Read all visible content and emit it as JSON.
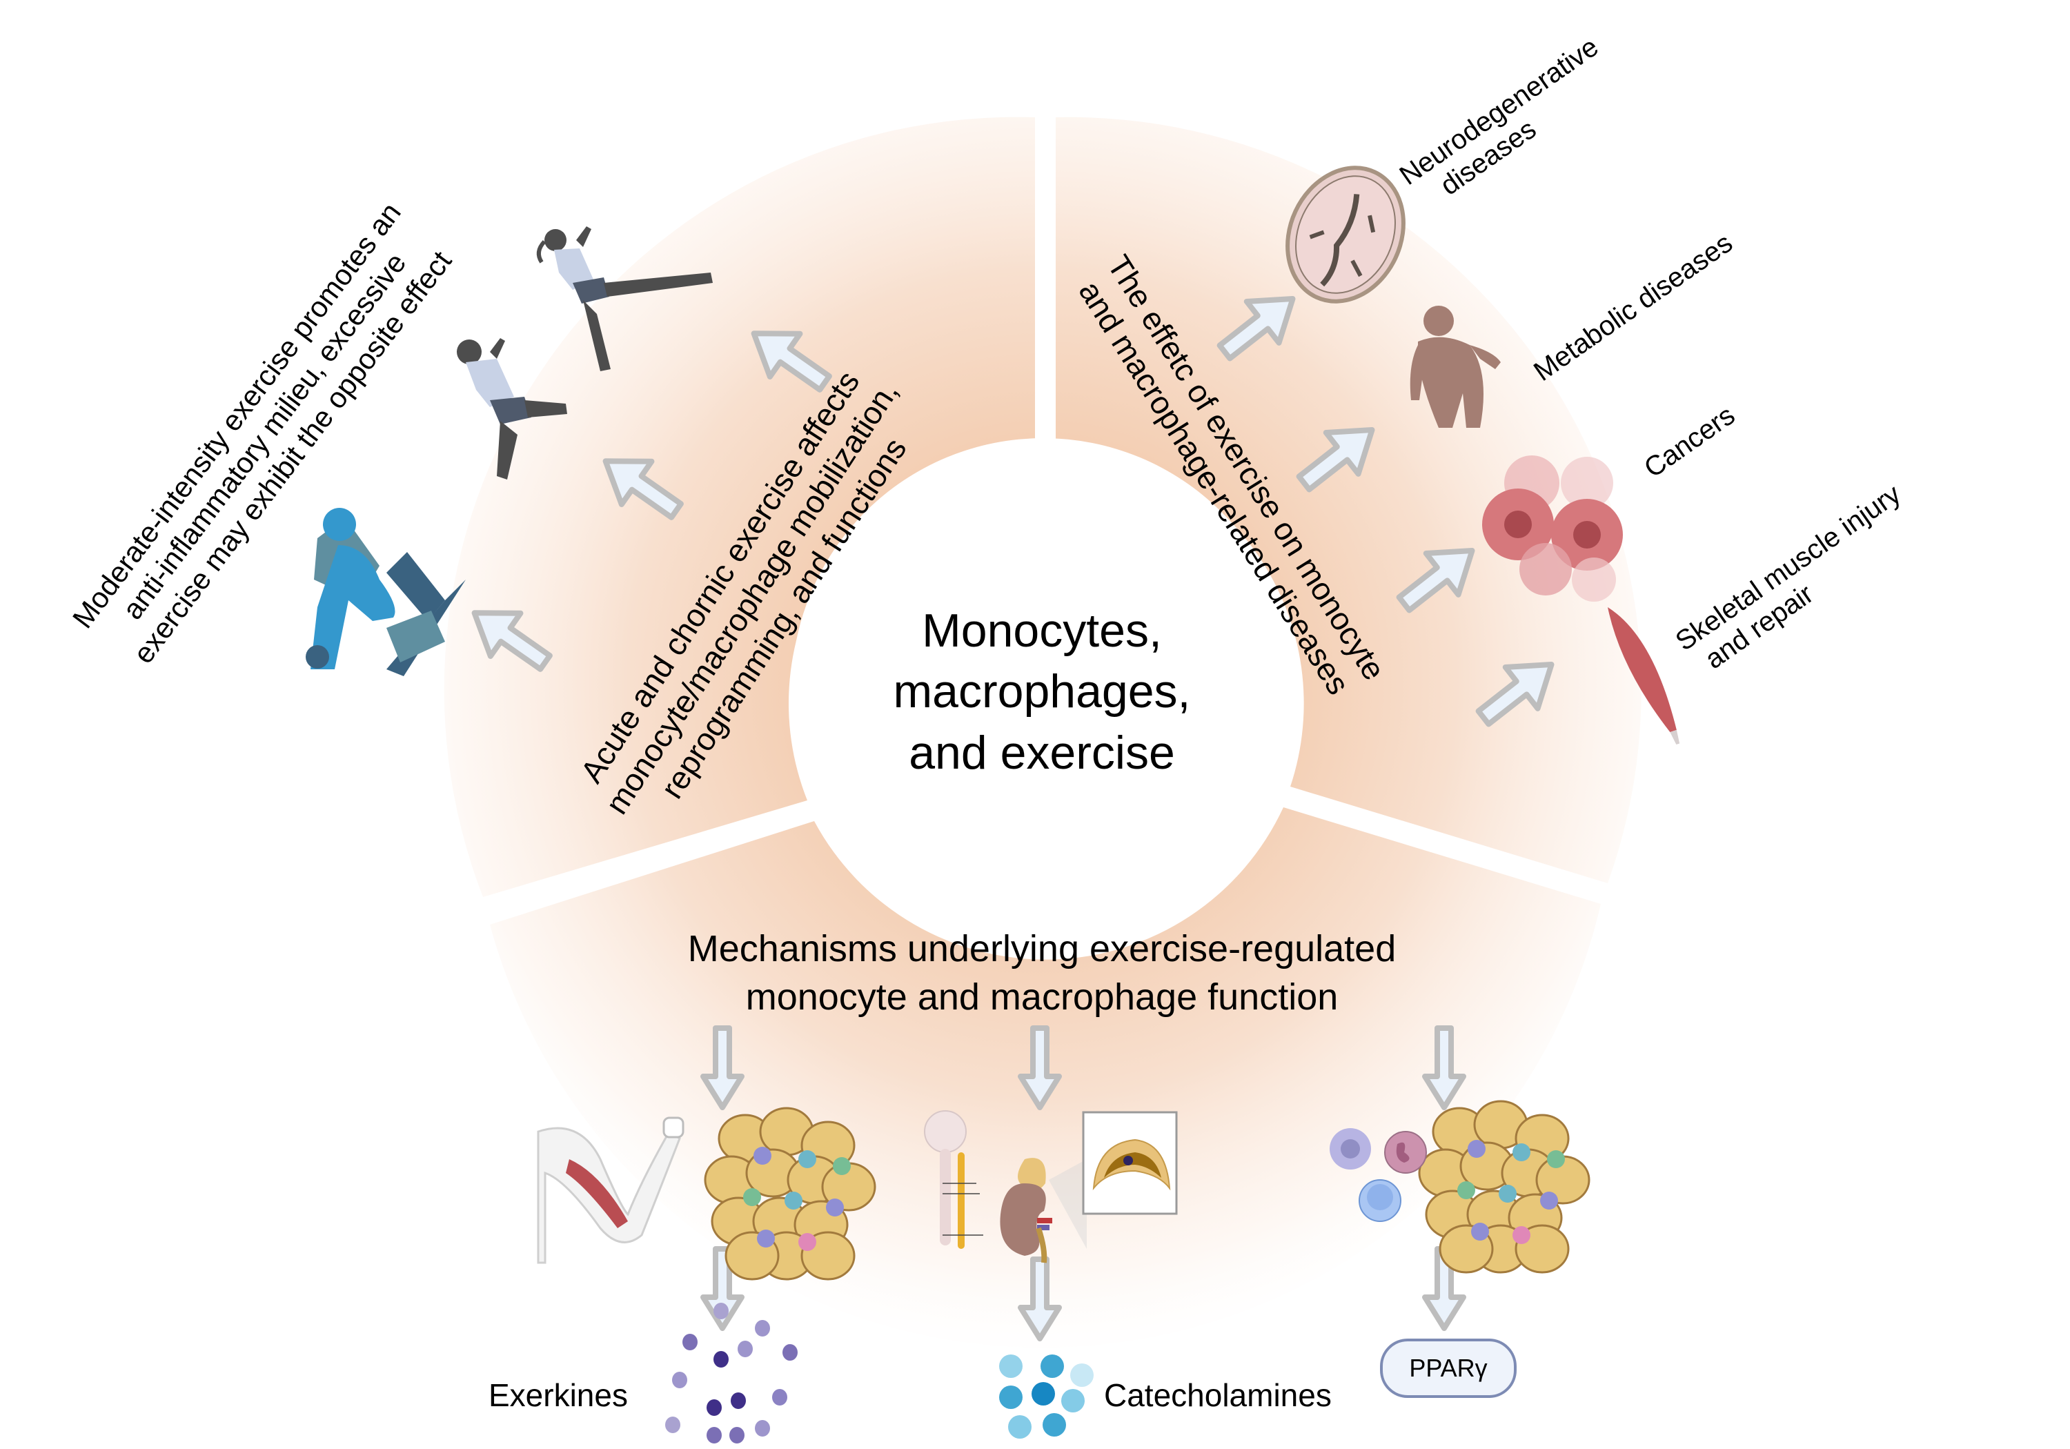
{
  "center": {
    "lines": [
      "Monocytes,",
      "macrophages,",
      "and exercise"
    ]
  },
  "left_section": {
    "heading_lines": [
      "Acute and chornic exercise affects",
      "monocyte/macrophage mobilization,",
      "reprogramming, and functions"
    ],
    "outer_note_lines": [
      "Moderate-intensity exercise promotes an",
      "anti-inflammatory milieu, excessive",
      "exercise may exhibit the opposite effect"
    ],
    "icons": [
      "resistance-training-icon",
      "male-runner-icon",
      "female-runner-icon"
    ]
  },
  "right_section": {
    "heading_lines": [
      "The effetc of exercise on monocyte",
      "and macrophage-related diseases"
    ],
    "diseases": [
      {
        "label_lines": [
          "Neurodegenerative",
          "diseases"
        ],
        "icon": "brain-section-icon"
      },
      {
        "label_lines": [
          "Metabolic diseases"
        ],
        "icon": "obese-person-icon"
      },
      {
        "label_lines": [
          "Cancers"
        ],
        "icon": "cancer-cells-icon"
      },
      {
        "label_lines": [
          "Skeletal muscle injury",
          "and repair"
        ],
        "icon": "skeletal-muscle-icon"
      }
    ]
  },
  "bottom_section": {
    "heading_lines": [
      "Mechanisms underlying exercise-regulated",
      "monocyte and macrophage function"
    ],
    "pathways": [
      {
        "sources": [
          "arm-muscle-icon",
          "adipose-tissue-icon"
        ],
        "result": "Exerkines"
      },
      {
        "sources": [
          "brain-spinal-cord-icon",
          "kidney-adrenal-icon",
          "adrenal-section-icon"
        ],
        "result": "Catecholamines"
      },
      {
        "sources": [
          "immune-cells-icon",
          "adipose-tissue-icon"
        ],
        "result": "PPARγ"
      }
    ]
  },
  "colors": {
    "sector_fill": "#f5d3bb",
    "arrow_fill": "#eaf2fb",
    "arrow_stroke": "#bdbdbd",
    "ppar_border": "#7d8bb4",
    "ppar_fill": "#eef3fb"
  }
}
